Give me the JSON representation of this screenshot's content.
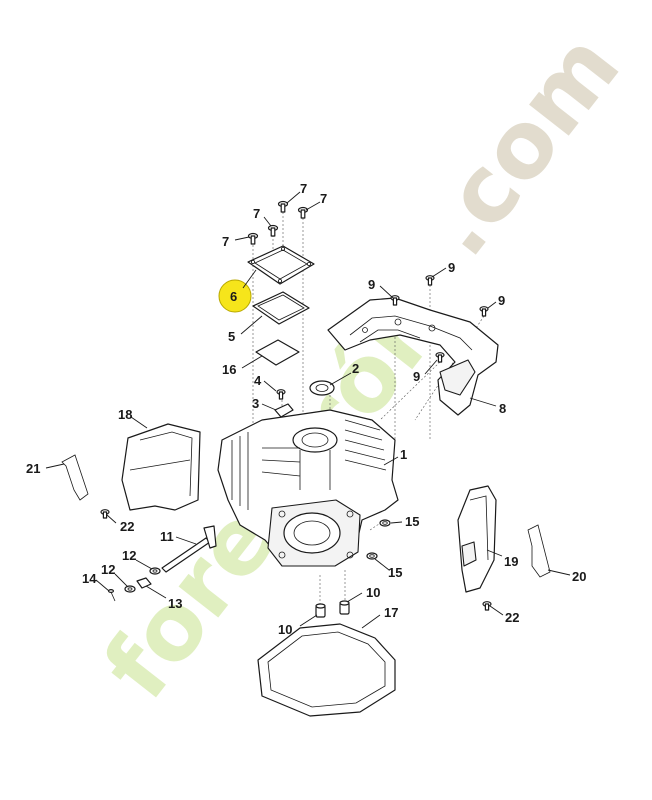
{
  "watermark": {
    "brand": "forestrón",
    "suffix": ".com"
  },
  "highlight": {
    "part": "6",
    "color": "#f6e51b"
  },
  "labels": {
    "p1": "1",
    "p2": "2",
    "p3": "3",
    "p4": "4",
    "p5": "5",
    "p6": "6",
    "p7a": "7",
    "p7b": "7",
    "p7c": "7",
    "p7d": "7",
    "p8": "8",
    "p9a": "9",
    "p9b": "9",
    "p9c": "9",
    "p9d": "9",
    "p10a": "10",
    "p10b": "10",
    "p11": "11",
    "p12a": "12",
    "p12b": "12",
    "p13": "13",
    "p14": "14",
    "p15a": "15",
    "p15b": "15",
    "p16": "16",
    "p17": "17",
    "p18": "18",
    "p19": "19",
    "p20": "20",
    "p21": "21",
    "p22a": "22",
    "p22b": "22"
  }
}
